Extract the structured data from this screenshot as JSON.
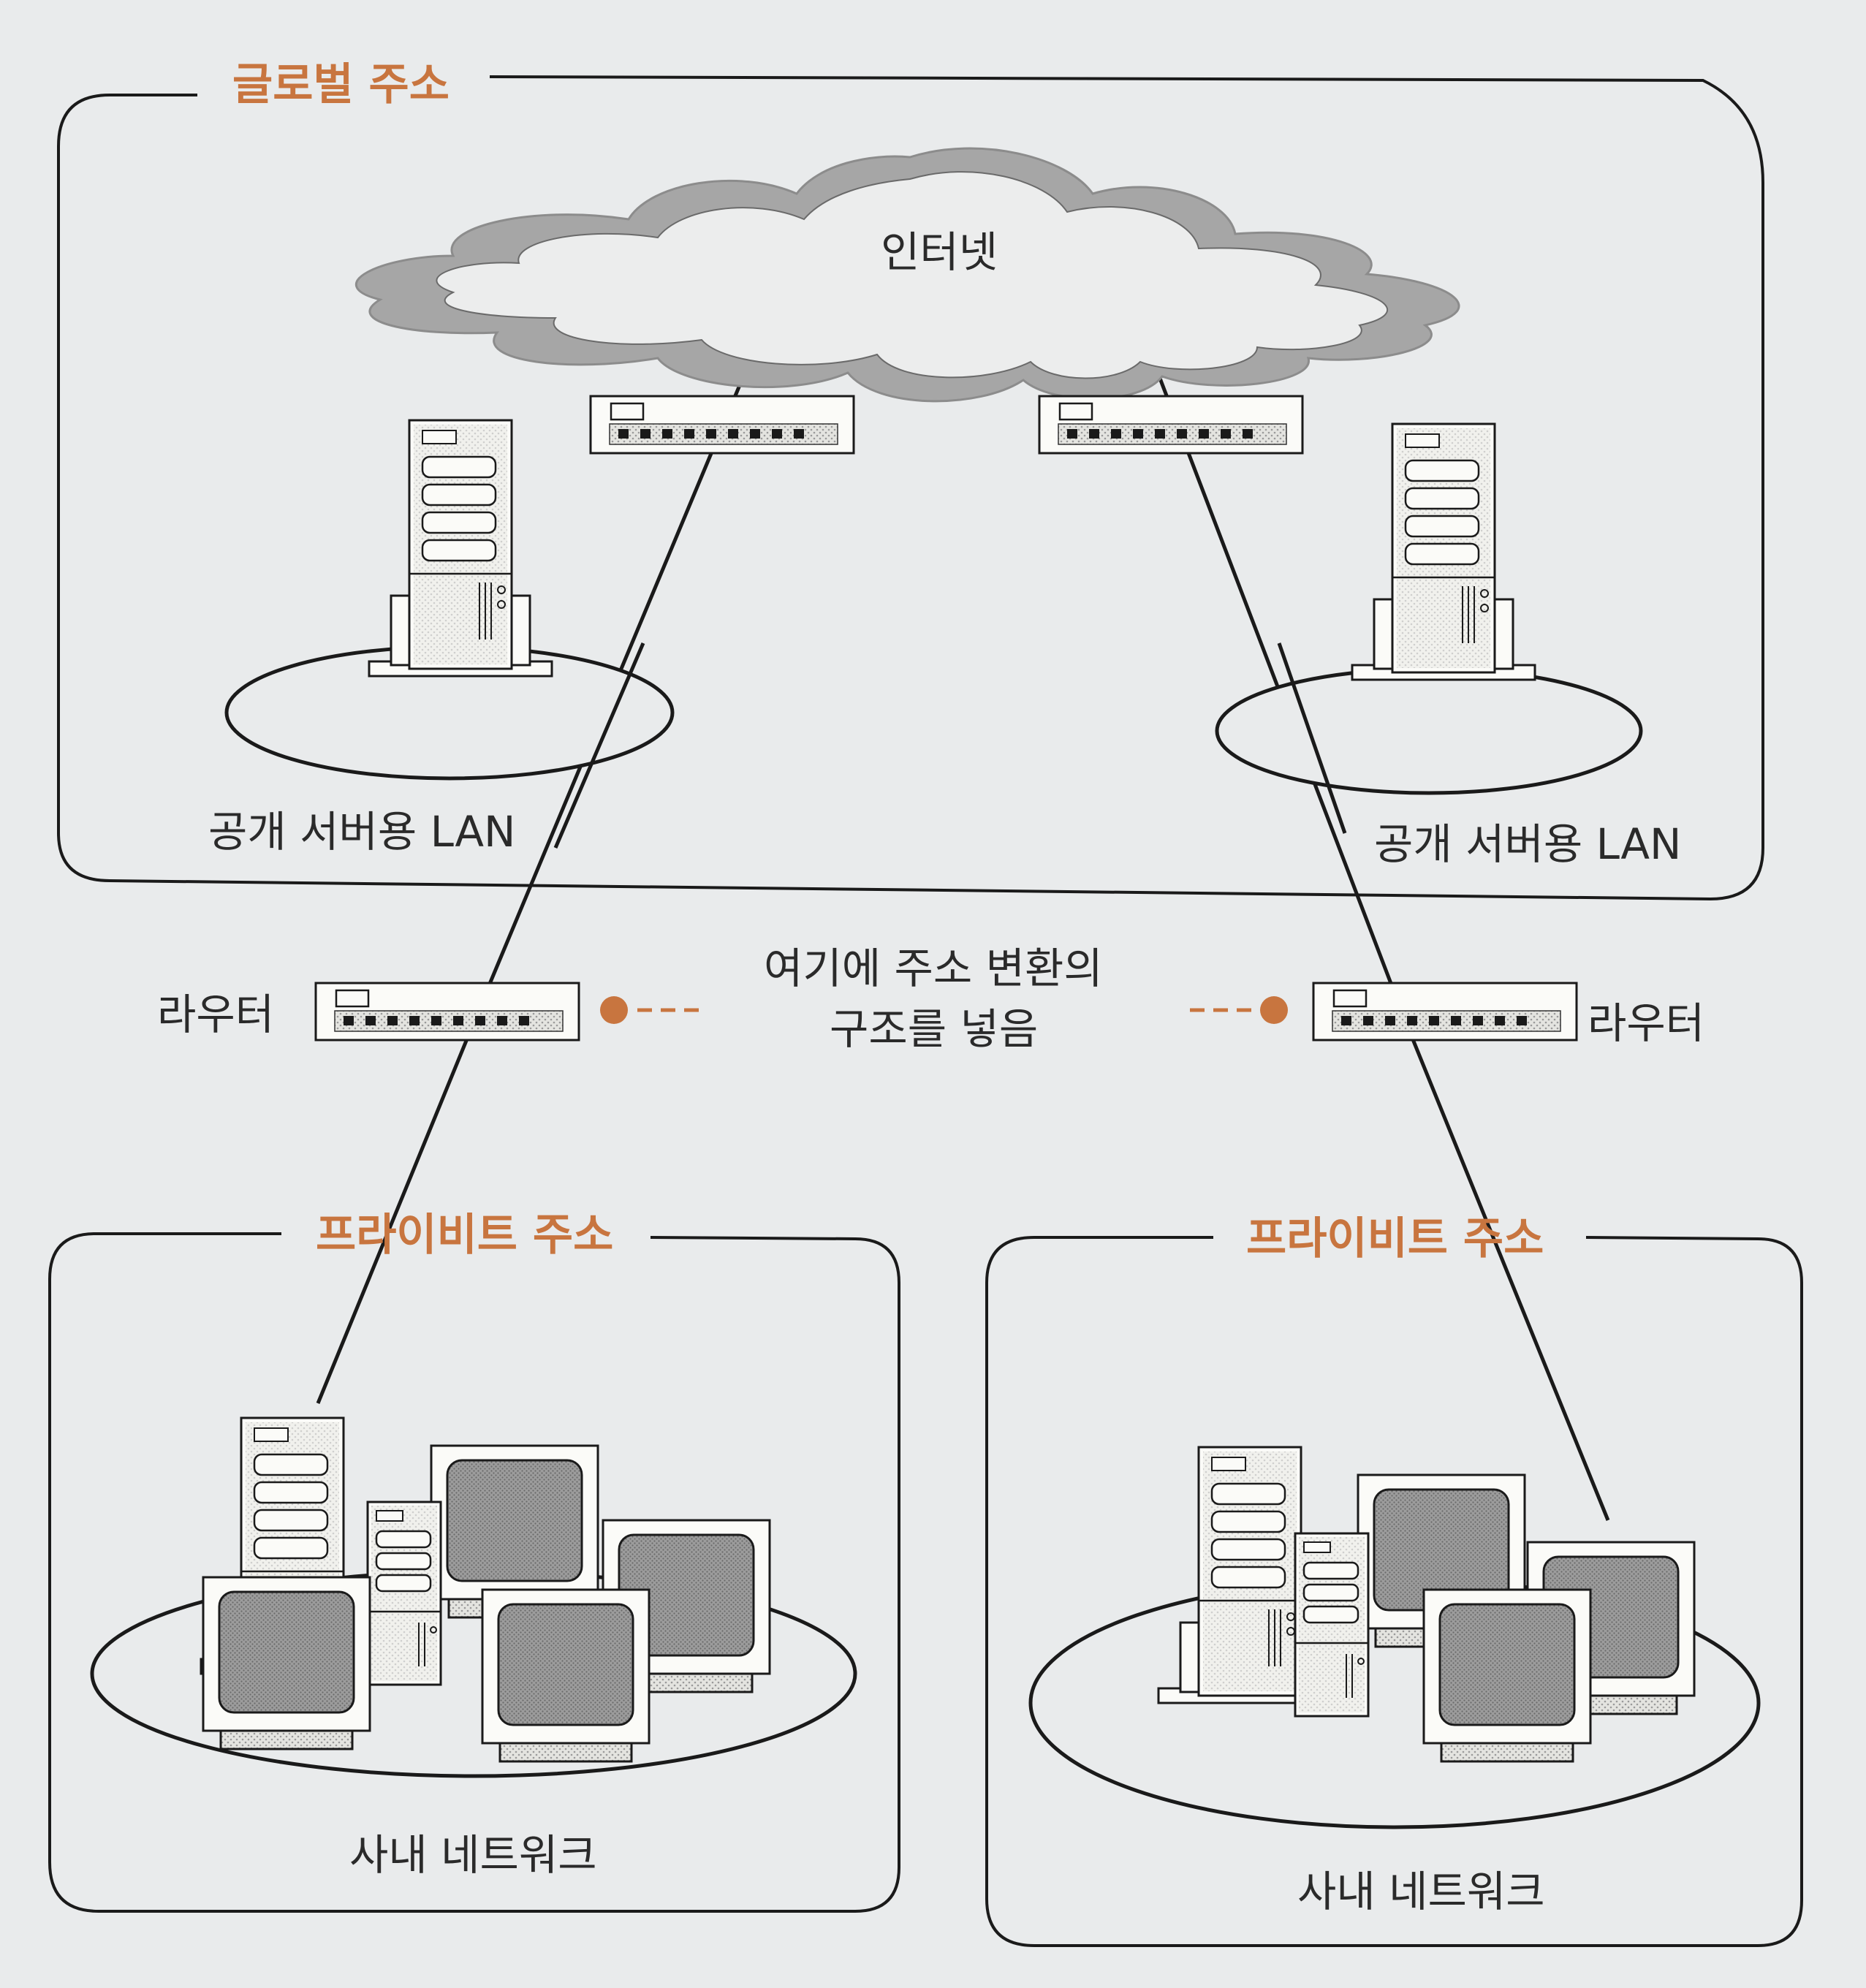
{
  "diagram": {
    "global_zone_label": "글로벌 주소",
    "internet_label": "인터넷",
    "public_lan_left_label": "공개 서버용 LAN",
    "public_lan_right_label": "공개 서버용 LAN",
    "router_left_label": "라우터",
    "router_right_label": "라우터",
    "nat_note_line1": "여기에 주소 변환의",
    "nat_note_line2": "구조를 넣음",
    "private_zone_left_label": "프라이비트 주소",
    "private_zone_right_label": "프라이비트 주소",
    "lan_left_label": "사내 네트워크",
    "lan_right_label": "사내 네트워크",
    "colors": {
      "background": "#e9ebec",
      "line": "#1a1a1a",
      "accent": "#c8753f",
      "cloud": "#9a9a9a",
      "device_fill": "#fbfbf8",
      "screen_fill": "#8a8a8a"
    }
  }
}
